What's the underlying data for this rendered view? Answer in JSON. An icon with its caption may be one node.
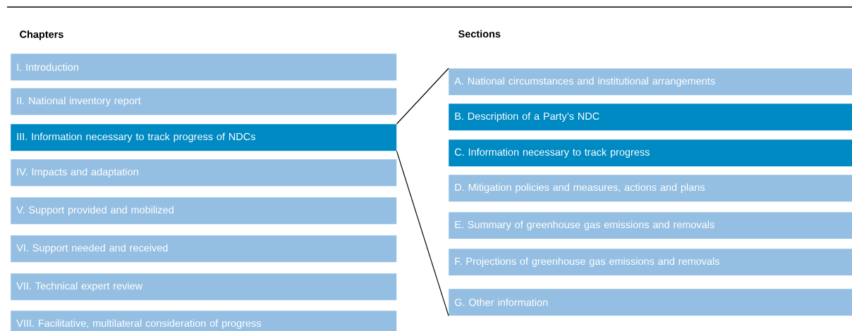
{
  "diagram": {
    "nodes": [
      {
        "text": [
          "I. Introduction"
        ]
      },
      {
        "text": [
          "II. National inventory report"
        ]
      },
      {
        "text": [
          "III. Information necessary to track progress of NDCs"
        ]
      },
      {
        "text": [
          "IV. Impacts and adaptation"
        ]
      },
      {
        "text": [
          "V. Support provided and mobilized"
        ]
      },
      {
        "text": [
          "VI. Support needed and received"
        ]
      },
      {
        "text": [
          "VII. Technical expert review"
        ]
      },
      {
        "text": [
          "VIII. Facilitative, multilateral consideration of progress"
        ]
      },
      {
        "text": [
          "A. National circumstances and institutional arrangements"
        ]
      },
      {
        "text": [
          "B. Description of a Party’s NDC"
        ]
      },
      {
        "text": [
          "C. Information necessary to track progress"
        ]
      },
      {
        "text": [
          "D. Mitigation policies and measures, actions and plans"
        ]
      },
      {
        "text": [
          "E. Summary of greenhouse gas emissions and removals"
        ]
      },
      {
        "text": [
          "F. Projections of greenhouse gas emissions and removals"
        ]
      },
      {
        "text": [
          "G. Other information"
        ]
      }
    ],
    "edges": [
      {
        "from": 2,
        "to": 8,
        "arrow": "none"
      },
      {
        "from": 2,
        "to": 14,
        "arrow": "none"
      }
    ],
    "labels": [
      "Chapters",
      "Sections"
    ]
  }
}
